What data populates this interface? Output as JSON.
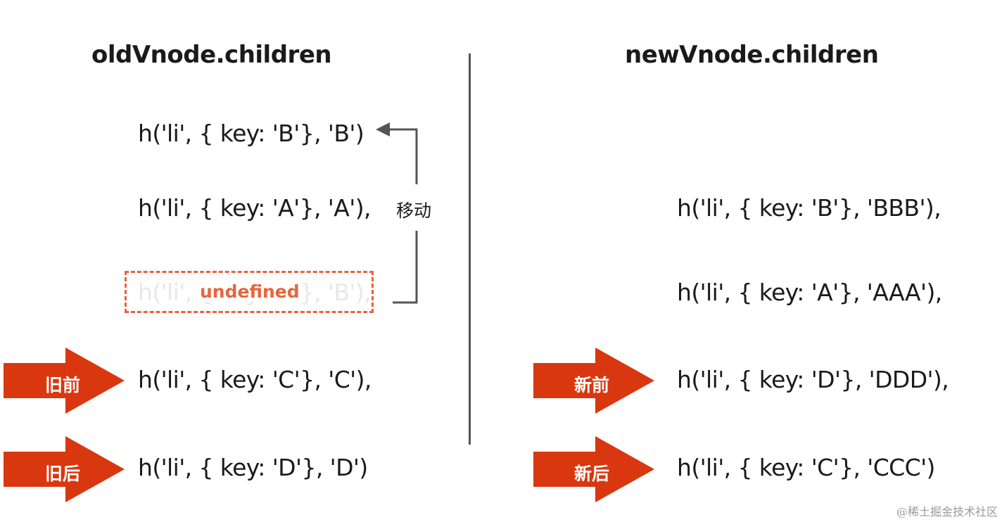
{
  "left": {
    "title": "oldVnode.children",
    "items": [
      "h('li', { key: 'B'}, 'B')",
      "h('li', { key: 'A'}, 'A'),",
      "h('li', { key: 'B'}, 'B'),",
      "h('li', { key: 'C'}, 'C'),",
      "h('li', { key: 'D'}, 'D')"
    ],
    "undefined_label": "undefined",
    "move_label": "移动",
    "pointer_start": "旧前",
    "pointer_end": "旧后"
  },
  "right": {
    "title": "newVnode.children",
    "items": [
      "h('li', { key: 'B'}, 'BBB'),",
      "h('li', { key: 'A'}, 'AAA'),",
      "h('li', { key: 'D'}, 'DDD'),",
      "h('li', { key: 'C'}, 'CCC')"
    ],
    "pointer_start": "新前",
    "pointer_end": "新后"
  },
  "colors": {
    "pointer": "#d9370f",
    "undefined": "#e8643c",
    "line": "#555555"
  },
  "watermark": "@稀土掘金技术社区"
}
